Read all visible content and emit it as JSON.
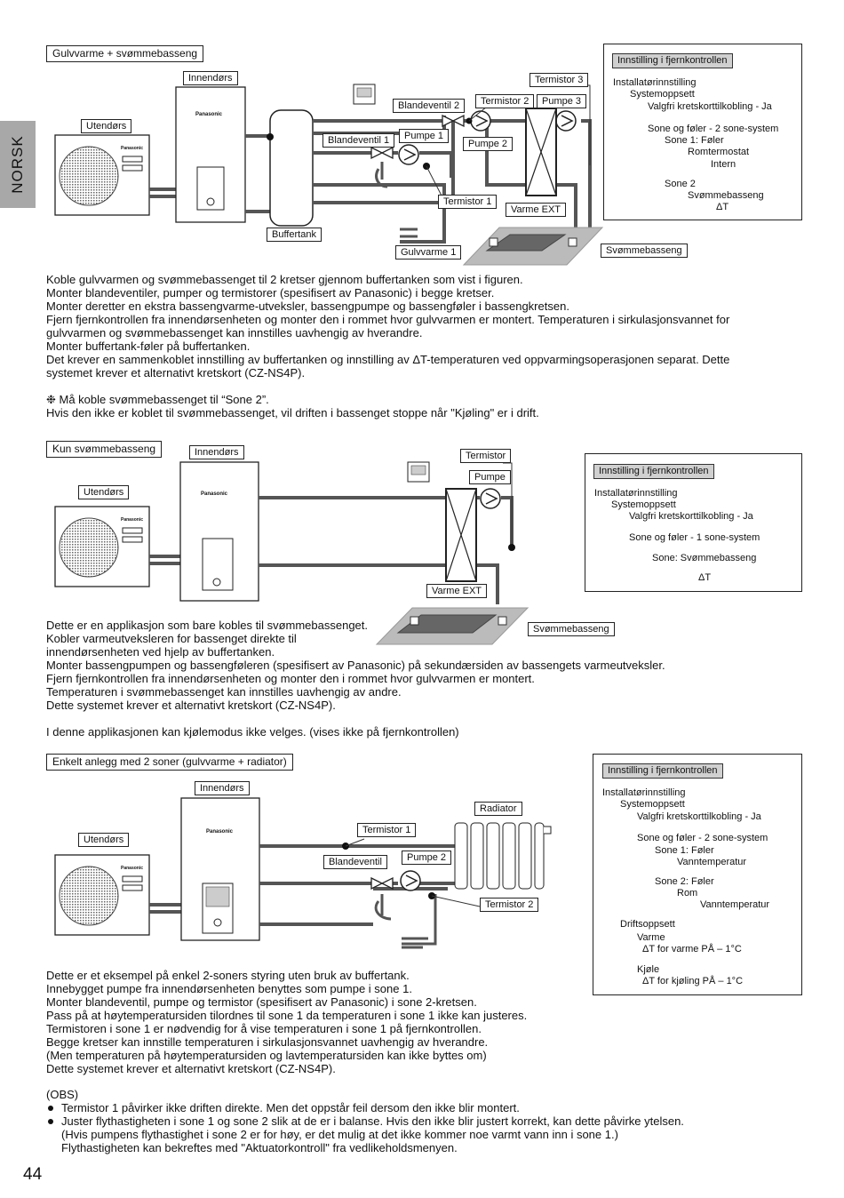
{
  "side_tab": "NORSK",
  "page_number": "44",
  "brand": "Panasonic",
  "section1": {
    "title": "Gulvvarme + svømmebasseng",
    "labels": {
      "utendors": "Utendørs",
      "innendors": "Innendørs",
      "buffertank": "Buffertank",
      "blandeventil1": "Blandeventil 1",
      "blandeventil2": "Blandeventil 2",
      "pumpe1": "Pumpe 1",
      "pumpe2": "Pumpe 2",
      "pumpe3": "Pumpe 3",
      "termistor1": "Termistor 1",
      "termistor2": "Termistor 2",
      "termistor3": "Termistor 3",
      "varme_ext": "Varme EXT",
      "gulvvarme1": "Gulvvarme 1",
      "svommebasseng": "Svømmebasseng"
    },
    "remote": {
      "header": "Innstilling i fjernkontrollen",
      "lines": [
        "Installatørinnstilling",
        "Systemoppsett",
        "Valgfri kretskorttilkobling - Ja",
        "Sone og føler - 2 sone-system",
        "Sone 1: Føler",
        "Romtermostat",
        "Intern",
        "Sone 2",
        "Svømmebasseng",
        "ΔT"
      ]
    },
    "text": [
      "Koble gulvvarmen og svømmebassenget til 2 kretser gjennom buffertanken som vist i figuren.",
      "Monter blandeventiler, pumper og termistorer (spesifisert av Panasonic) i begge kretser.",
      "Monter deretter en ekstra bassengvarme-utveksler, bassengpumpe og bassengføler i bassengkretsen.",
      "Fjern fjernkontrollen fra innendørsenheten og monter den i rommet hvor gulvvarmen er montert. Temperaturen i sirkulasjonsvannet for",
      "gulvvarmen og svømmebassenget kan innstilles uavhengig av hverandre.",
      "Monter buffertank-føler på buffertanken.",
      "Det krever en sammenkoblet innstilling av buffertanken og innstilling av ΔT-temperaturen ved oppvarmingsoperasjonen separat. Dette",
      "systemet krever et alternativt kretskort (CZ-NS4P).",
      "",
      "❉ Må koble svømmebassenget til “Sone 2”.",
      "Hvis den ikke er koblet til svømmebassenget, vil driften i bassenget stoppe når \"Kjøling\" er i drift."
    ]
  },
  "section2": {
    "title": "Kun svømmebasseng",
    "labels": {
      "utendors": "Utendørs",
      "innendors": "Innendørs",
      "termistor": "Termistor",
      "pumpe": "Pumpe",
      "varme_ext": "Varme EXT",
      "svommebasseng": "Svømmebasseng"
    },
    "remote": {
      "header": "Innstilling i fjernkontrollen",
      "lines": [
        "Installatørinnstilling",
        "Systemoppsett",
        "Valgfri kretskorttilkobling - Ja",
        "Sone og føler - 1 sone-system",
        "Sone: Svømmebasseng",
        "ΔT"
      ]
    },
    "text": [
      "Dette er en applikasjon som bare kobles til svømmebassenget.",
      "Kobler varmeutveksleren for bassenget direkte til",
      "innendørsenheten ved hjelp av buffertanken.",
      "Monter bassengpumpen og bassengføleren (spesifisert av Panasonic) på sekundærsiden av bassengets varmeutveksler.",
      "Fjern fjernkontrollen fra innendørsenheten og monter den i rommet hvor gulvvarmen er montert.",
      "Temperaturen i svømmebassenget kan innstilles uavhengig av andre.",
      "Dette systemet krever et alternativt kretskort (CZ-NS4P).",
      "",
      "I denne applikasjonen kan kjølemodus ikke velges. (vises ikke på fjernkontrollen)"
    ]
  },
  "section3": {
    "title": "Enkelt anlegg med 2 soner (gulvvarme + radiator)",
    "labels": {
      "utendors": "Utendørs",
      "innendors": "Innendørs",
      "radiator": "Radiator",
      "termistor1": "Termistor 1",
      "termistor2": "Termistor 2",
      "blandeventil": "Blandeventil",
      "pumpe2": "Pumpe 2"
    },
    "remote": {
      "header": "Innstilling i fjernkontrollen",
      "lines": [
        "Installatørinnstilling",
        "Systemoppsett",
        "Valgfri kretskorttilkobling - Ja",
        "Sone og føler - 2 sone-system",
        "Sone 1: Føler",
        "Vanntemperatur",
        "Sone 2: Føler",
        "Rom",
        "Vanntemperatur",
        "Driftsoppsett",
        "Varme",
        "ΔT for varme PÅ – 1°C",
        "Kjøle",
        "ΔT for kjøling PÅ – 1°C"
      ]
    },
    "text": [
      "Dette er et eksempel på enkel 2-soners styring uten bruk av buffertank.",
      "Innebygget pumpe fra innendørsenheten benyttes som pumpe i sone 1.",
      "Monter blandeventil, pumpe og termistor (spesifisert av Panasonic) i sone 2-kretsen.",
      "Pass på at høytemperatursiden tilordnes til sone 1 da temperaturen i sone 1 ikke kan justeres.",
      "Termistoren i sone 1 er nødvendig for å vise temperaturen i sone 1 på fjernkontrollen.",
      "Begge kretser kan innstille temperaturen i sirkulasjonsvannet uavhengig av hverandre.",
      "(Men temperaturen på høytemperatursiden og lavtemperatursiden kan ikke byttes om)",
      "Dette systemet krever et alternativt kretskort (CZ-NS4P)."
    ],
    "obs_title": "(OBS)",
    "bullets": [
      "Termistor 1 påvirker ikke driften direkte. Men det oppstår feil dersom den ikke blir montert.",
      "Juster flythastigheten i sone 1 og sone 2 slik at de er i balanse. Hvis den ikke blir justert korrekt, kan dette påvirke ytelsen."
    ],
    "bullet_cont": [
      "(Hvis pumpens flythastighet i sone 2 er for høy, er det mulig at det ikke kommer noe varmt vann inn i sone 1.)",
      "Flythastigheten kan bekreftes med \"Aktuatorkontroll\" fra vedlikeholdsmenyen."
    ]
  }
}
